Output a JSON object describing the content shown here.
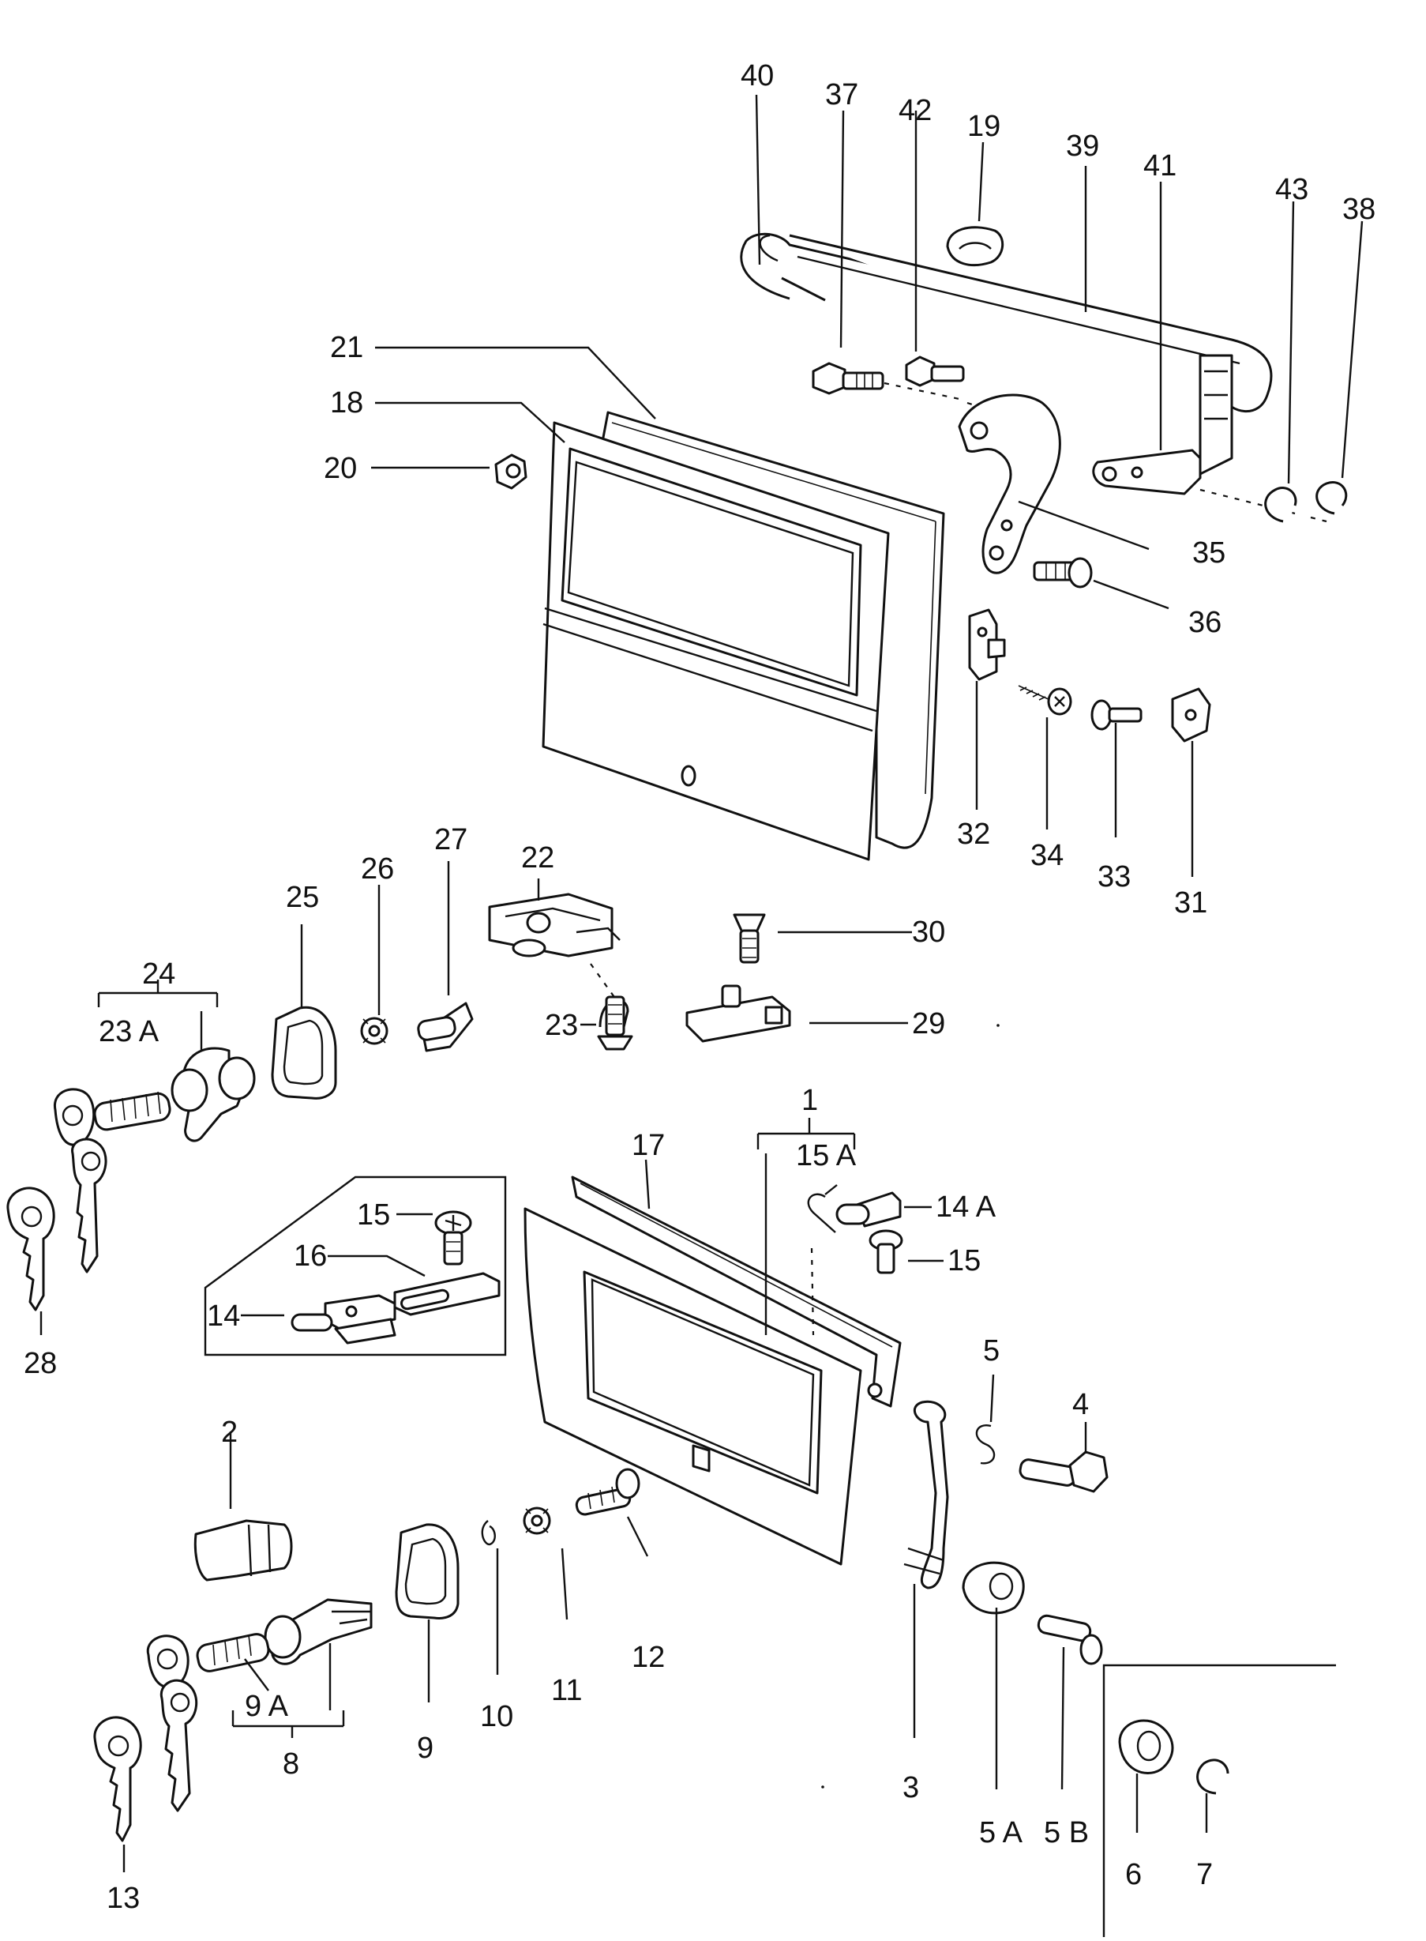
{
  "callouts": {
    "c40": "40",
    "c37": "37",
    "c42": "42",
    "c19": "19",
    "c39": "39",
    "c41": "41",
    "c43": "43",
    "c38": "38",
    "c21": "21",
    "c18": "18",
    "c20": "20",
    "c35": "35",
    "c36": "36",
    "c32": "32",
    "c34": "34",
    "c33": "33",
    "c31": "31",
    "c27": "27",
    "c26": "26",
    "c25": "25",
    "c22": "22",
    "c30": "30",
    "c24": "24",
    "c23A": "23 A",
    "c23": "23",
    "c29": "29",
    "c28": "28",
    "c1": "1",
    "c17": "17",
    "c15A": "15 A",
    "c14A": "14 A",
    "c15top": "15",
    "c15right": "15",
    "c16": "16",
    "c14": "14",
    "c5": "5",
    "c4": "4",
    "c2": "2",
    "c12": "12",
    "c11": "11",
    "c10": "10",
    "c9": "9",
    "c9A": "9 A",
    "c8": "8",
    "c3": "3",
    "c5A": "5 A",
    "c5B": "5 B",
    "c6": "6",
    "c7": "7",
    "c13": "13"
  }
}
